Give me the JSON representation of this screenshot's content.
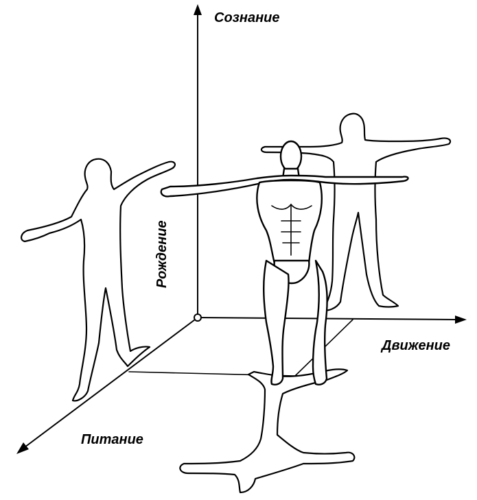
{
  "axes": {
    "up": "Сознание",
    "right": "Движение",
    "front": "Питание",
    "origin": "Рождение"
  }
}
